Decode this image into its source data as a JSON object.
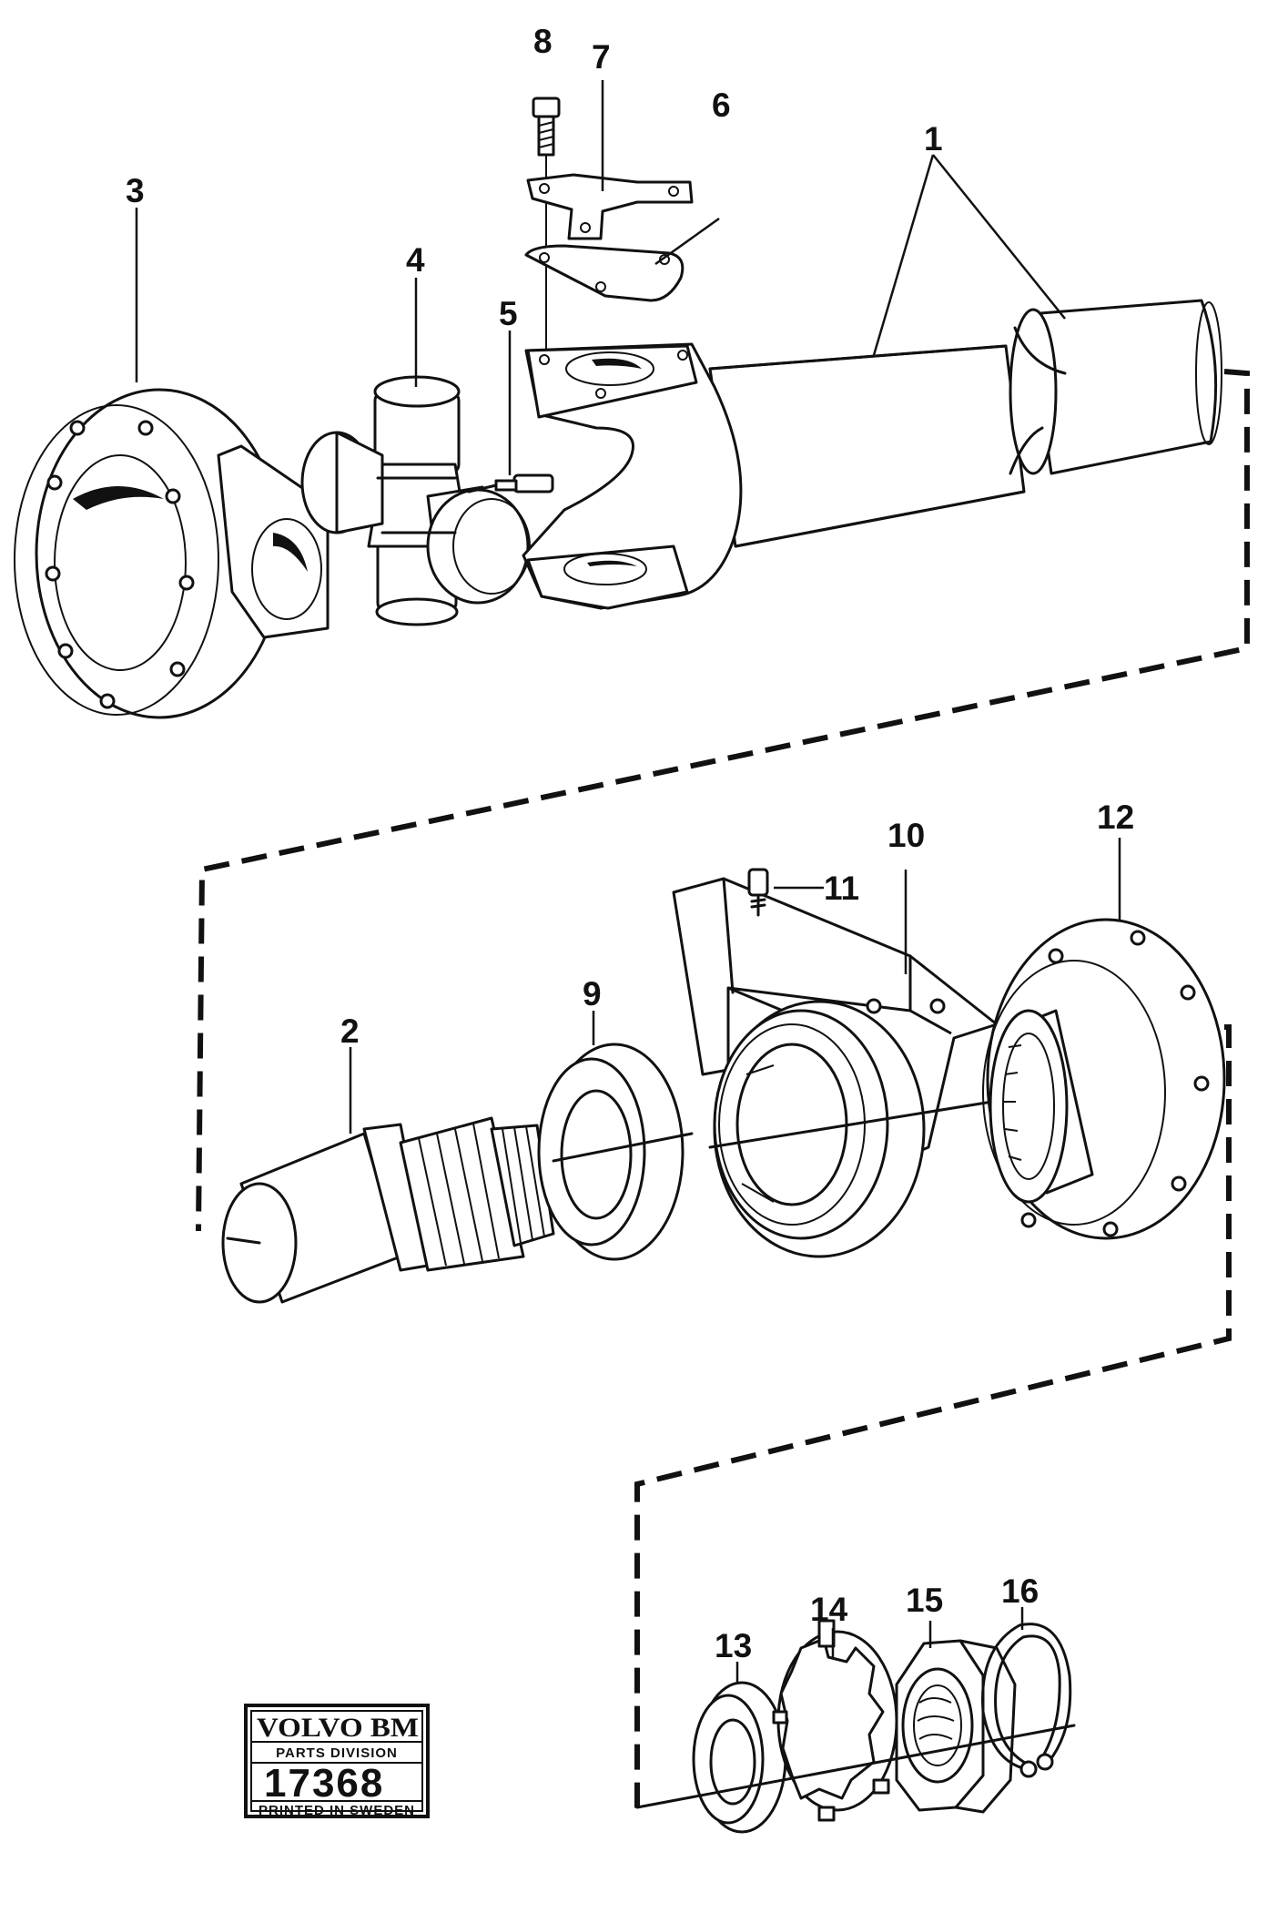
{
  "labels": {
    "l1": "1",
    "l2": "2",
    "l3": "3",
    "l4": "4",
    "l5": "5",
    "l6": "6",
    "l7": "7",
    "l8": "8",
    "l9": "9",
    "l10": "10",
    "l11": "11",
    "l12": "12",
    "l13": "13",
    "l14": "14",
    "l15": "15",
    "l16": "16"
  },
  "stamp": {
    "brand": "VOLVO BM",
    "division": "PARTS DIVISION",
    "number": "17368",
    "printed": "PRINTED IN SWEDEN"
  }
}
